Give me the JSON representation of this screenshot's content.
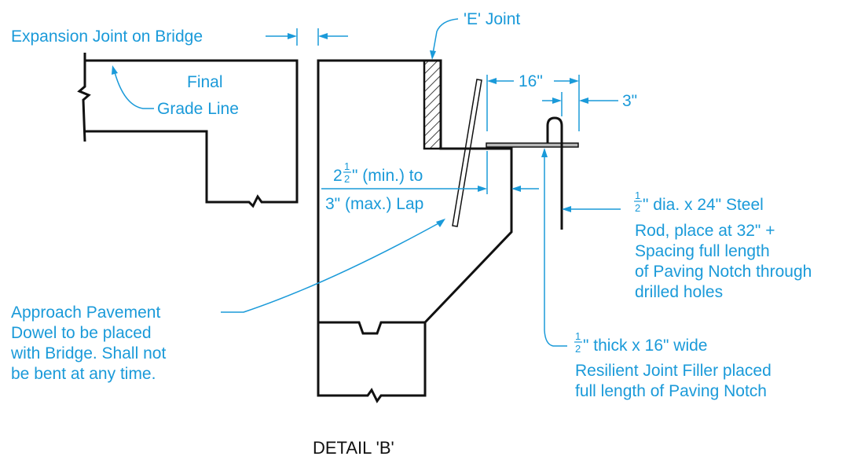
{
  "labels": {
    "expansion_joint": "Expansion Joint on Bridge",
    "e_joint": "'E' Joint",
    "final_grade_line_1": "Final",
    "final_grade_line_2": "Grade Line",
    "dim_16": "16\"",
    "dim_3": "3\"",
    "lap_prefix": "2",
    "lap_frac_num": "1",
    "lap_frac_den": "2",
    "lap_line_1": "\" (min.) to",
    "lap_line_2": "3\" (max.) Lap",
    "rod_frac_num": "1",
    "rod_frac_den": "2",
    "rod_line_1": "\" dia. x 24\" Steel",
    "rod_line_2": "Rod, place at 32\" +",
    "rod_line_3": "Spacing full length",
    "rod_line_4": "of Paving Notch through",
    "rod_line_5": "drilled holes",
    "filler_frac_num": "1",
    "filler_frac_den": "2",
    "filler_line_1": "\" thick x 16\" wide",
    "filler_line_2": "Resilient Joint Filler placed",
    "filler_line_3": "full length of Paving Notch",
    "dowel_line_1": "Approach Pavement",
    "dowel_line_2": "Dowel to be placed",
    "dowel_line_3": "with Bridge. Shall not",
    "dowel_line_4": "be bent at any time."
  },
  "title": "DETAIL 'B'",
  "colors": {
    "annotation": "#1a9ad9",
    "linework": "#111111",
    "background": "#ffffff"
  }
}
